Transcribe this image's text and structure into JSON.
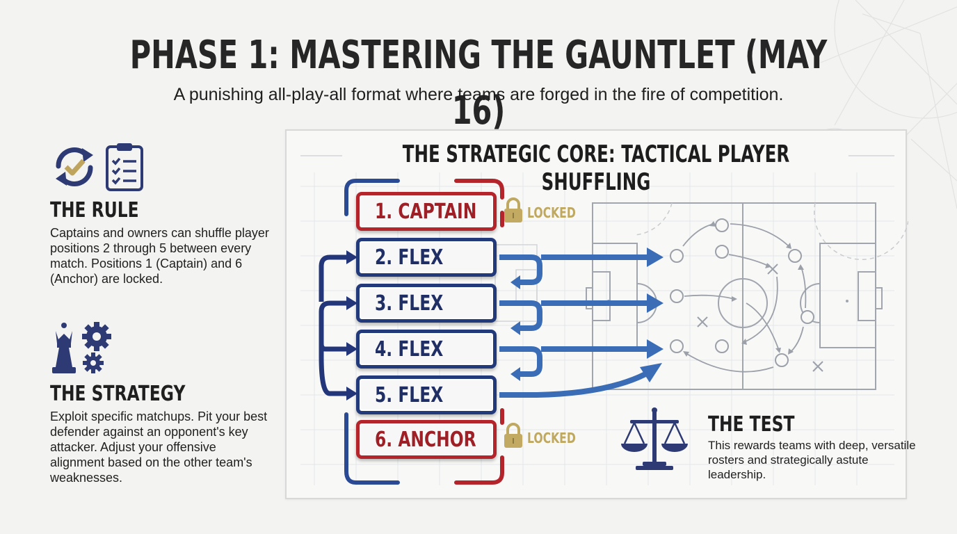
{
  "header": {
    "title": "PHASE 1: MASTERING THE GAUNTLET (MAY 16)",
    "subtitle": "A punishing all-play-all format where teams are forged in the fire of competition."
  },
  "sections": {
    "rule": {
      "icons": [
        "sync-check-icon",
        "clipboard-checklist-icon"
      ],
      "title": "THE RULE",
      "body": "Captains and owners can shuffle player positions 2 through 5 between every match. Positions 1 (Captain) and 6 (Anchor) are locked."
    },
    "strategy": {
      "icons": [
        "chess-queen-icon",
        "gears-icon"
      ],
      "title": "THE STRATEGY",
      "body": "Exploit specific matchups. Pit your best defender against an opponent's key attacker. Adjust your offensive alignment based on the other team's weaknesses."
    },
    "test": {
      "icon": "scales-icon",
      "title": "THE TEST",
      "body": "This rewards teams with deep, versatile rosters and strategically astute leadership."
    }
  },
  "panel": {
    "title": "THE STRATEGIC CORE: TACTICAL PLAYER SHUFFLING",
    "slots": [
      {
        "label": "1. CAPTAIN",
        "locked": true
      },
      {
        "label": "2. FLEX",
        "locked": false
      },
      {
        "label": "3. FLEX",
        "locked": false
      },
      {
        "label": "4. FLEX",
        "locked": false
      },
      {
        "label": "5. FLEX",
        "locked": false
      },
      {
        "label": "6. ANCHOR",
        "locked": true
      }
    ],
    "lock_label": "LOCKED"
  },
  "colors": {
    "navy": "#233a7a",
    "red": "#b3242b",
    "gold": "#bfa860",
    "arrow_blue": "#3a6db5",
    "field_gray": "#9aa0aa"
  }
}
